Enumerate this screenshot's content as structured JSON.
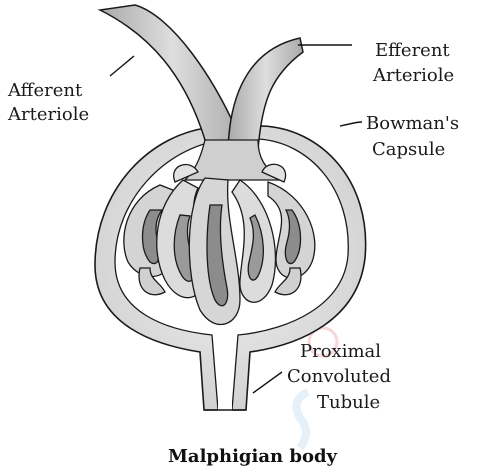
{
  "title": "Malphigian body",
  "labels": {
    "afferent": [
      "Afferent",
      "Arteriole"
    ],
    "efferent": [
      "Efferent",
      "Arteriole"
    ],
    "bowman": [
      "Bowman's",
      "Capsule"
    ],
    "tubule": [
      "Proximal",
      "Convoluted",
      "Tubule"
    ]
  },
  "colors": {
    "outline": "#1a1a1a",
    "capsule_fill": "#e6e6e6",
    "cavity_fill": "#ffffff",
    "vessel_fill": "#cfcfcf",
    "loop_dark": "#8c8c8c",
    "watermark": "#f3c7c7"
  }
}
